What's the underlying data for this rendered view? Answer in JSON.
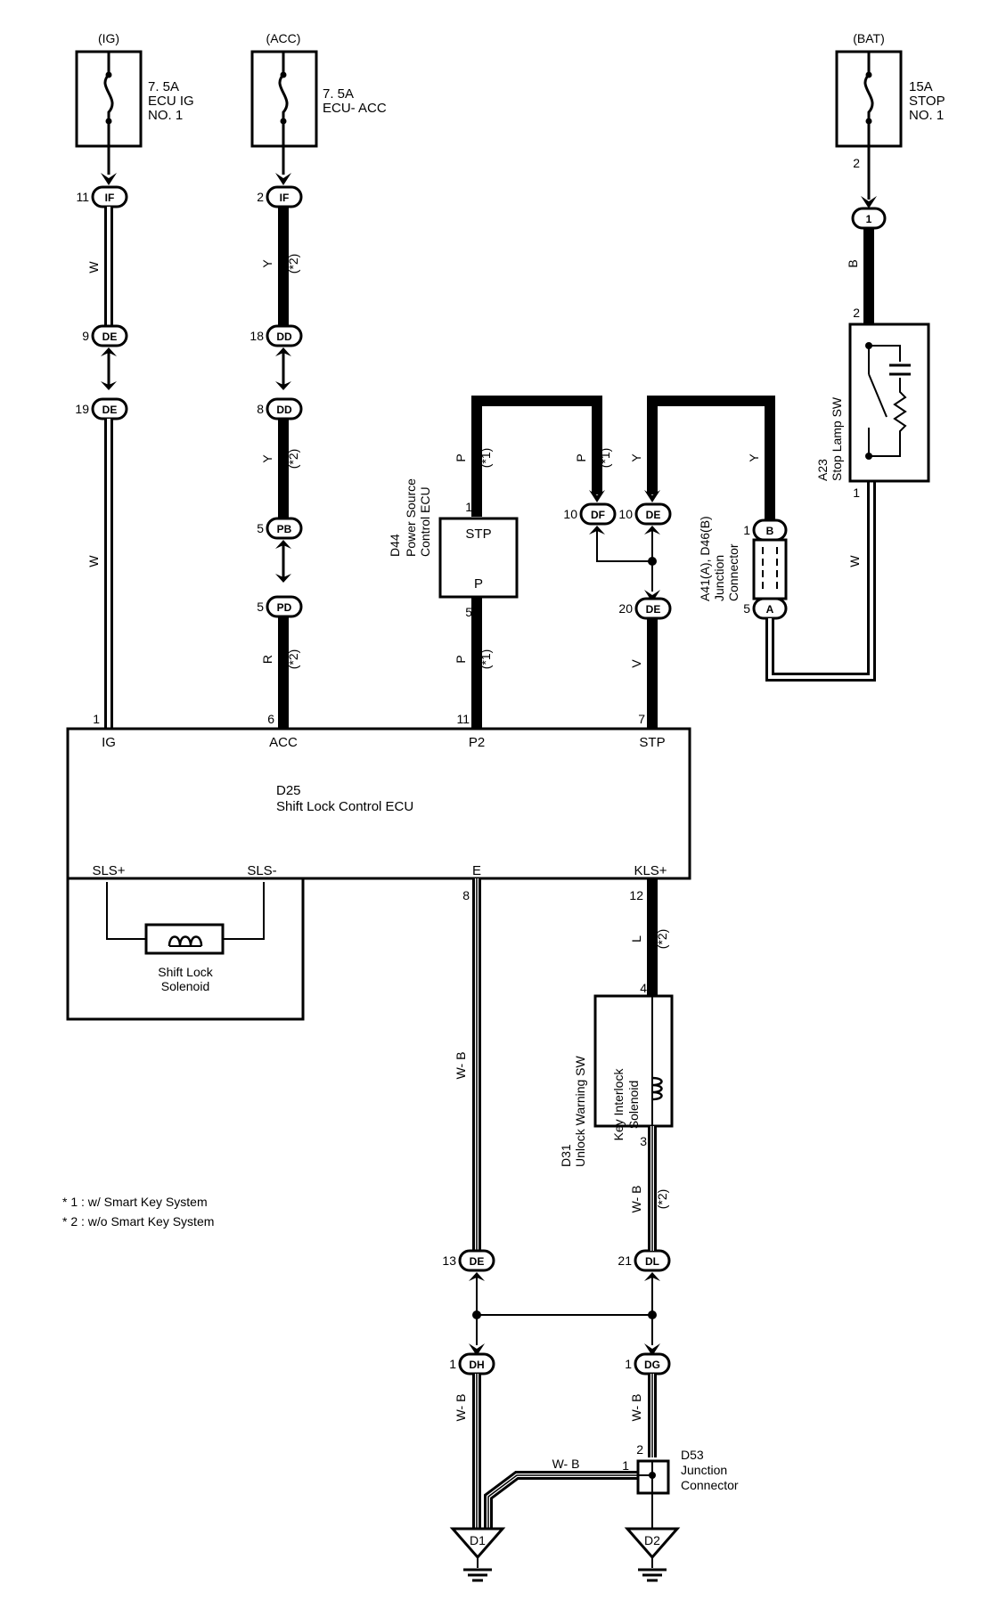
{
  "fuses": {
    "ig": {
      "power": "(IG)",
      "rating": "7. 5A",
      "name": "ECU IG",
      "number": "NO. 1"
    },
    "acc": {
      "power": "(ACC)",
      "rating": "7. 5A",
      "name": "ECU- ACC"
    },
    "bat": {
      "power": "(BAT)",
      "rating": "15A",
      "name": "STOP",
      "number": "NO. 1",
      "pin_out": "2"
    }
  },
  "ig_circuit": {
    "if_pin": "11",
    "if_conn": "IF",
    "wire_color_1": "W",
    "de1_pin": "9",
    "de1_conn": "DE",
    "de2_pin": "19",
    "de2_conn": "DE",
    "wire_color_2": "W",
    "ecu_pin": "1"
  },
  "acc_circuit": {
    "if_pin": "2",
    "if_conn": "IF",
    "wire_color_1": "Y",
    "note_1": "(*2)",
    "dd1_pin": "18",
    "dd1_conn": "DD",
    "dd2_pin": "8",
    "dd2_conn": "DD",
    "wire_color_2": "Y",
    "note_2": "(*2)",
    "pb_pin": "5",
    "pb_conn": "PB",
    "pd_pin": "5",
    "pd_conn": "PD",
    "wire_color_3": "R",
    "note_3": "(*2)",
    "ecu_pin": "6"
  },
  "power_source_ecu": {
    "id": "D44",
    "name_line1": "Power Source",
    "name_line2": "Control ECU",
    "terminal_stp": "STP",
    "terminal_p": "P",
    "pin_stp": "1",
    "pin_p": "5",
    "wire_top": "P",
    "note_top": "(*1)",
    "wire_bottom": "P",
    "note_bottom": "(*1)",
    "ecu_pin": "11"
  },
  "stp_circuit": {
    "df_pin": "10",
    "df_conn": "DF",
    "df_wire": "P",
    "df_note": "(*1)",
    "de_top_pin": "10",
    "de_top_conn": "DE",
    "de_top_wire": "Y",
    "right_wire": "Y",
    "de20_pin": "20",
    "de20_conn": "DE",
    "wire_v": "V",
    "ecu_pin": "7"
  },
  "junction_connector": {
    "id": "A41(A), D46(B)",
    "name_line1": "Junction",
    "name_line2": "Connector",
    "pin_b": "1",
    "conn_b": "B",
    "pin_a": "5",
    "conn_a": "A"
  },
  "stop_lamp": {
    "conn_pin": "1",
    "wire_b": "B",
    "pin_top": "2",
    "pin_bottom": "1",
    "id": "A23",
    "name": "Stop Lamp SW",
    "wire_w": "W"
  },
  "shift_lock_ecu": {
    "id": "D25",
    "name": "Shift Lock Control ECU",
    "terminals_top": [
      "IG",
      "ACC",
      "P2",
      "STP"
    ],
    "terminals_bottom": [
      "SLS+",
      "SLS-",
      "E",
      "KLS+"
    ]
  },
  "solenoid": {
    "line1": "Shift Lock",
    "line2": "Solenoid"
  },
  "ground_circuit": {
    "e_pin": "8",
    "e_wire": "W- B",
    "kls_pin": "12",
    "kls_wire": "L",
    "kls_note": "(*2)",
    "de13_pin": "13",
    "de13_conn": "DE",
    "dl_pin": "21",
    "dl_conn": "DL",
    "dh_pin": "1",
    "dh_conn": "DH",
    "dh_wire": "W- B",
    "dg_pin": "1",
    "dg_conn": "DG",
    "dg_wire": "W- B",
    "d53_pin_top": "2",
    "d53_pin_left": "1",
    "jumper_wire": "W- B",
    "ground_d1": "D1",
    "ground_d2": "D2"
  },
  "unlock_sw": {
    "id": "D31",
    "name": "Unlock Warning SW",
    "inner_line1": "Key Interlock",
    "inner_line2": "Solenoid",
    "pin_top": "4",
    "pin_bottom": "3",
    "wire_bottom": "W- B",
    "note_bottom": "(*2)"
  },
  "d53": {
    "id": "D53",
    "name_line1": "Junction",
    "name_line2": "Connector"
  },
  "notes": [
    "* 1 : w/ Smart Key System",
    "* 2 : w/o Smart Key System"
  ]
}
